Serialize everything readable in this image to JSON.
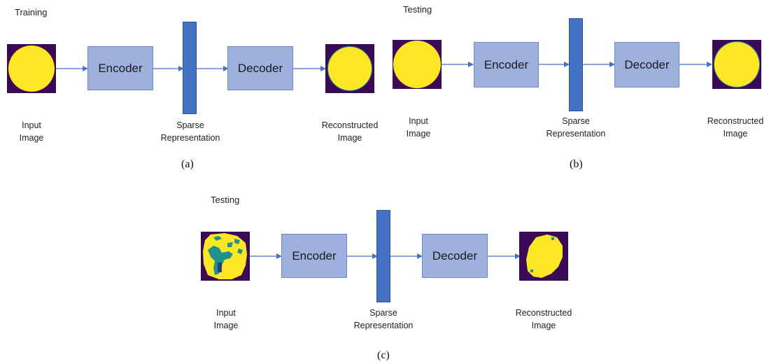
{
  "panel_a": {
    "title": "Training",
    "encoder_label": "Encoder",
    "decoder_label": "Decoder",
    "input_label": [
      "Input",
      "Image"
    ],
    "sparse_label": [
      "Sparse",
      "Representation"
    ],
    "output_label": [
      "Reconstructed",
      "Image"
    ],
    "caption": "(a)"
  },
  "panel_b": {
    "title": "Testing",
    "encoder_label": "Encoder",
    "decoder_label": "Decoder",
    "input_label": [
      "Input",
      "Image"
    ],
    "sparse_label": [
      "Sparse",
      "Representation"
    ],
    "output_label": [
      "Reconstructed",
      "Image"
    ],
    "caption": "(b)"
  },
  "panel_c": {
    "title": "Testing",
    "encoder_label": "Encoder",
    "decoder_label": "Decoder",
    "input_label": [
      "Input",
      "Image"
    ],
    "sparse_label": [
      "Sparse",
      "Representation"
    ],
    "output_label": [
      "Reconstructed",
      "Image"
    ],
    "caption": "(c)"
  },
  "colors": {
    "background_dark": "#3b0a57",
    "yellow": "#fde725",
    "teal": "#21918c",
    "box_fill": "#9db0de",
    "bar_fill": "#4472c4",
    "arrow": "#4472c4"
  }
}
